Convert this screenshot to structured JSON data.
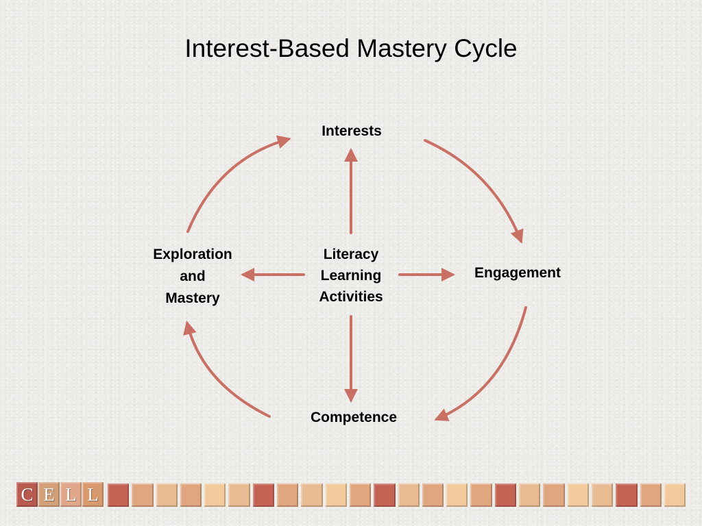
{
  "title": "Interest-Based Mastery Cycle",
  "nodes": {
    "interests": "Interests",
    "engagement": "Engagement",
    "competence": "Competence",
    "exploration": [
      "Exploration",
      "and",
      "Mastery"
    ],
    "center": [
      "Literacy",
      "Learning",
      "Activities"
    ]
  },
  "logo": {
    "letters": [
      "C",
      "E",
      "L",
      "L"
    ],
    "letter_colors": [
      "#b85a4f",
      "#d4a07a",
      "#e0a78b",
      "#d8996f"
    ]
  },
  "colors": {
    "arrow": "#c97064",
    "tile_palette": [
      "#c46353",
      "#dfa67f",
      "#e9bb92",
      "#f2c99d"
    ]
  }
}
